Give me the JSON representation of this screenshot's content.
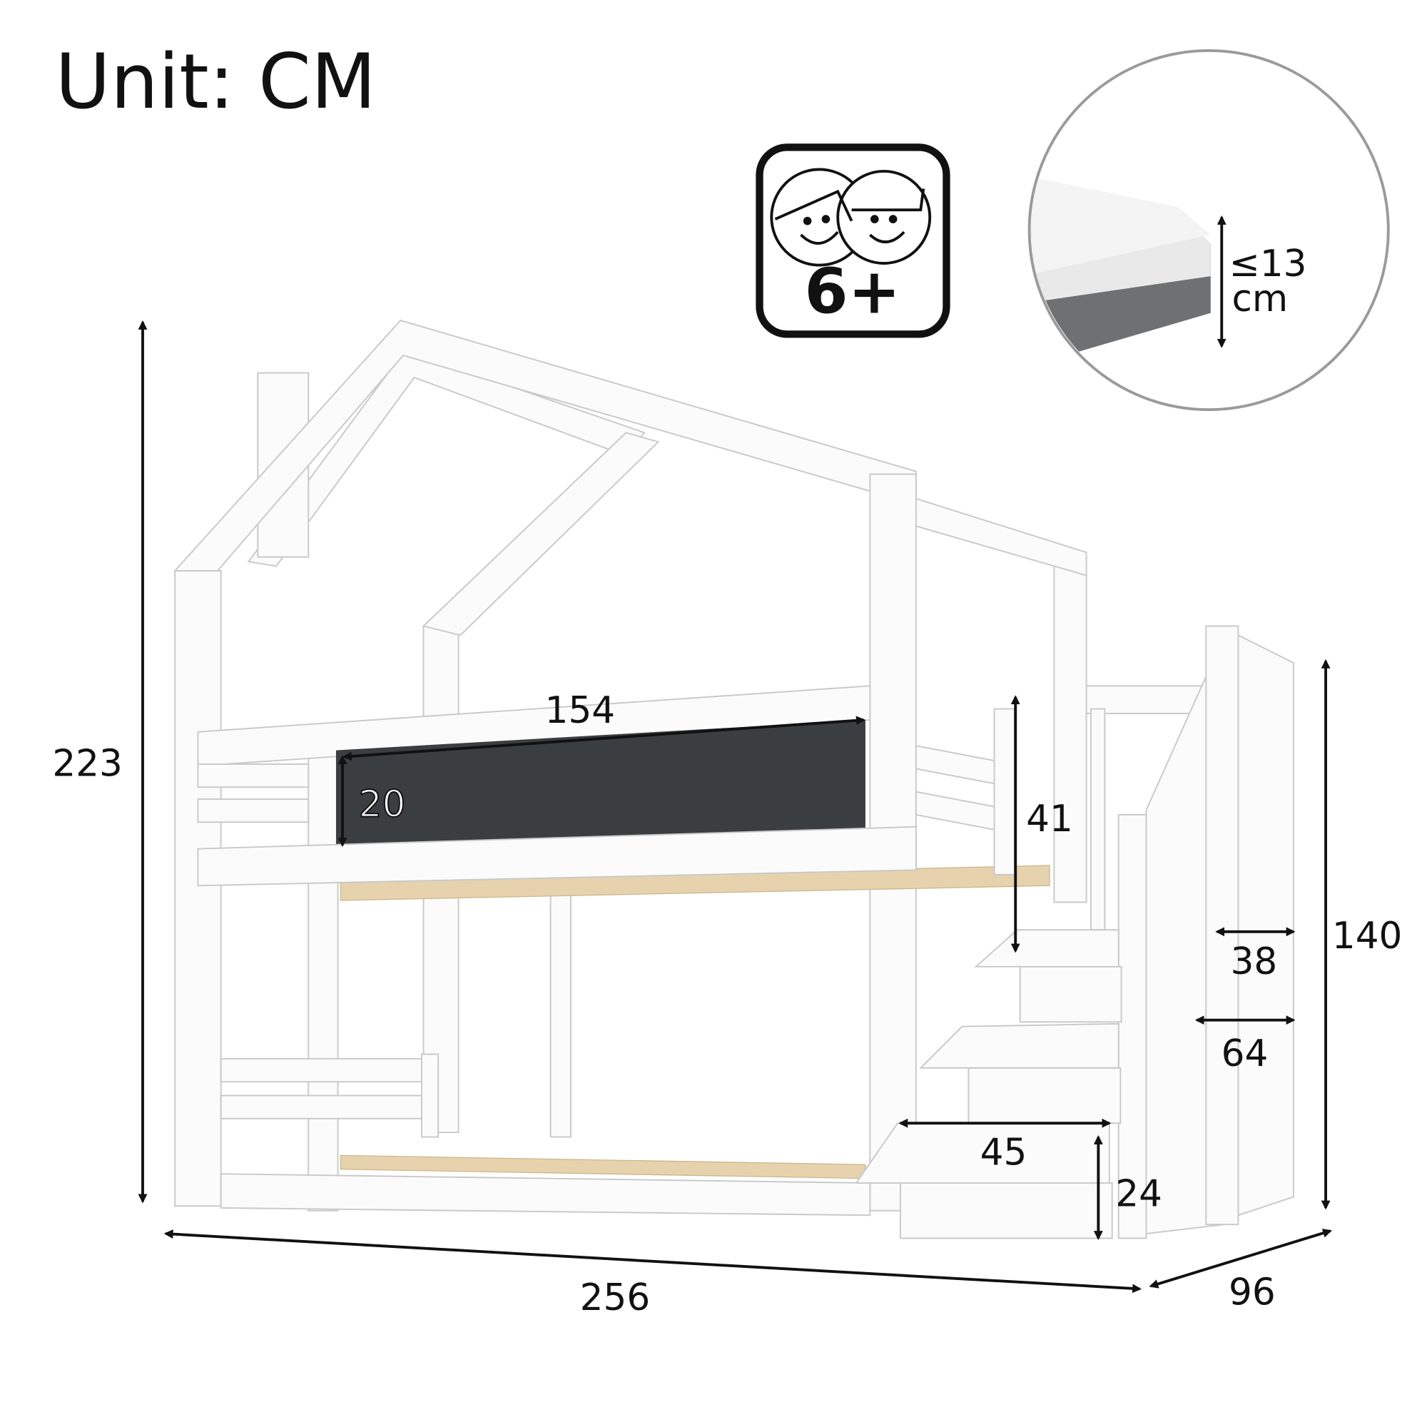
{
  "unit_label": "Unit: CM",
  "age_badge": {
    "icon": "two-children-faces-icon",
    "label": "6+"
  },
  "mattress_callout": {
    "thickness_label": "≤13",
    "unit": "cm"
  },
  "dimensions": {
    "total_height": "223",
    "total_length": "256",
    "depth": "96",
    "stair_height": "140",
    "upper_bed_length": "154",
    "blackboard_height": "20",
    "guardrail_height": "41",
    "stair_top_width": "38",
    "stair_bottom_width": "64",
    "step_width": "45",
    "step_height": "24"
  },
  "colors": {
    "blackboard": "#3b3e40",
    "slats": "#e6d3ae",
    "frame": "#fbfbfb",
    "outline": "#c9c9c9"
  }
}
